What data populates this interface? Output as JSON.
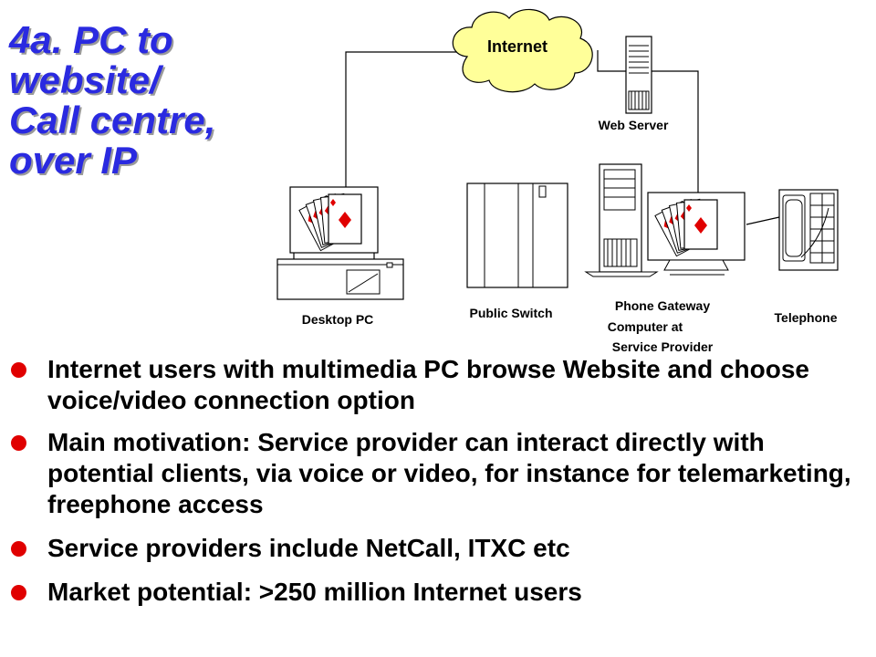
{
  "slide": {
    "title_lines": [
      "4a.  PC to",
      "website/",
      "Call centre,",
      "over IP"
    ]
  },
  "diagram": {
    "nodes": {
      "internet": "Internet",
      "web_server": "Web Server",
      "desktop_pc": "Desktop PC",
      "public_switch": "Public Switch",
      "phone_gateway": [
        "Phone Gateway",
        "Computer at",
        "Service Provider"
      ],
      "telephone": "Telephone"
    },
    "colors": {
      "cloud": "#ffff99",
      "title": "#2a2ae0",
      "bullet": "#e00000",
      "card_red": "#e00000"
    }
  },
  "bullets": [
    "Internet users with multimedia PC browse Website and choose voice/video connection option",
    "Main motivation: Service provider can interact directly with potential clients, via voice or video, for instance for telemarketing, freephone access",
    "Service providers include NetCall, ITXC etc",
    "Market potential: >250 million Internet users"
  ]
}
